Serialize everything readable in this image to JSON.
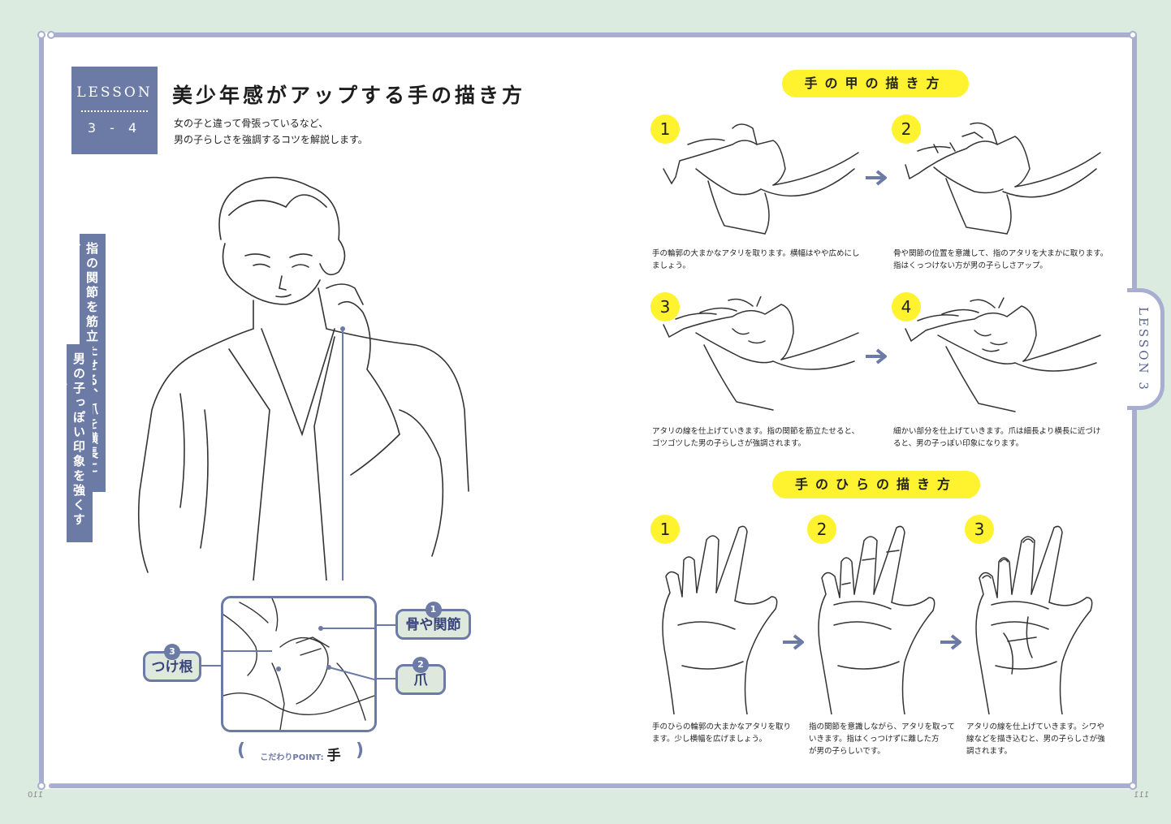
{
  "lesson": {
    "word": "LESSON",
    "number": "3 - 4"
  },
  "title": "美少年感がアップする手の描き方",
  "subtitle": [
    "女の子と違って骨張っているなど、",
    "男の子らしさを強調するコツを解説します。"
  ],
  "banners": [
    "指の関節を筋立たせる、爪を横長にする……",
    "男の子っぽい印象を強くするコツ"
  ],
  "callouts": [
    {
      "num": "1",
      "label": "骨や関節"
    },
    {
      "num": "2",
      "label": "爪"
    },
    {
      "num": "3",
      "label": "つけ根"
    }
  ],
  "point": {
    "prefix": "こだわりPOINT:",
    "value": "手"
  },
  "side_tab": "LESSON 3",
  "page_numbers": {
    "left": "110",
    "right": "111"
  },
  "back_section": {
    "heading": "手の甲の描き方",
    "steps": [
      {
        "num": "1",
        "caption": [
          "手の輪郭の大まかなアタリを取ります。横幅はやや広めにし",
          "ましょう。"
        ]
      },
      {
        "num": "2",
        "caption": [
          "骨や関節の位置を意識して、指のアタリを大まかに取ります。",
          "指はくっつけない方が男の子らしさアップ。"
        ]
      },
      {
        "num": "3",
        "caption": [
          "アタリの線を仕上げていきます。指の関節を筋立たせると、",
          "ゴツゴツした男の子らしさが強調されます。"
        ]
      },
      {
        "num": "4",
        "caption": [
          "細かい部分を仕上げていきます。爪は細長より横長に近づけ",
          "ると、男の子っぽい印象になります。"
        ]
      }
    ]
  },
  "palm_section": {
    "heading": "手のひらの描き方",
    "steps": [
      {
        "num": "1",
        "caption": [
          "手のひらの輪郭の大まかなアタリを取り",
          "ます。少し横幅を広げましょう。"
        ]
      },
      {
        "num": "2",
        "caption": [
          "指の関節を意識しながら、アタリを取って",
          "いきます。指はくっつけずに離した方",
          "が男の子らしいです。"
        ]
      },
      {
        "num": "3",
        "caption": [
          "アタリの線を仕上げていきます。シワや",
          "線などを描き込むと、男の子らしさが強",
          "調されます。"
        ]
      }
    ]
  },
  "colors": {
    "accent": "#6c7aa6",
    "highlight": "#fff22e",
    "frame": "#a8aed0",
    "background": "#dcebe0"
  }
}
